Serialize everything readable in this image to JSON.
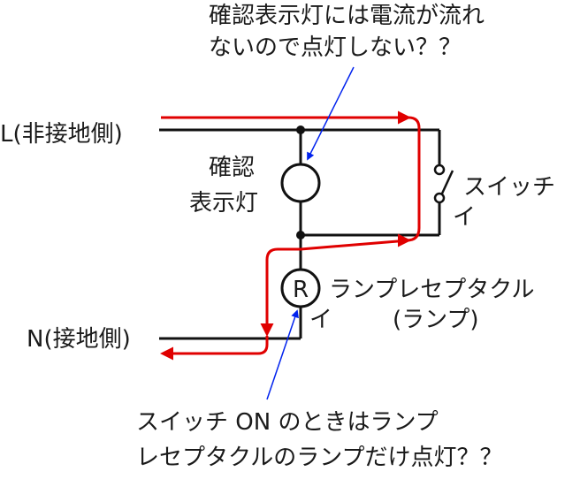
{
  "labels": {
    "top_note_line1": "確認表示灯には電流が流れ",
    "top_note_line2": "ないので点灯しない？？",
    "line_l": "L(非接地側)",
    "line_n": "N(接地側)",
    "pilot_line1": "確認",
    "pilot_line2": "表示灯",
    "switch_line1": "スイッチ",
    "switch_line2": "イ",
    "receptacle_symbol": "R",
    "receptacle_line1": "ランプレセプタクル",
    "receptacle_line2": "イ",
    "receptacle_line3": "(ランプ)",
    "bottom_note_line1": "スイッチ ON のときはランプ",
    "bottom_note_line2": "レセプタクルのランプだけ点灯？？"
  },
  "colors": {
    "wire": "#111111",
    "current_path": "#e00000",
    "pointer": "#0022ee",
    "text": "#1a1a1a"
  }
}
